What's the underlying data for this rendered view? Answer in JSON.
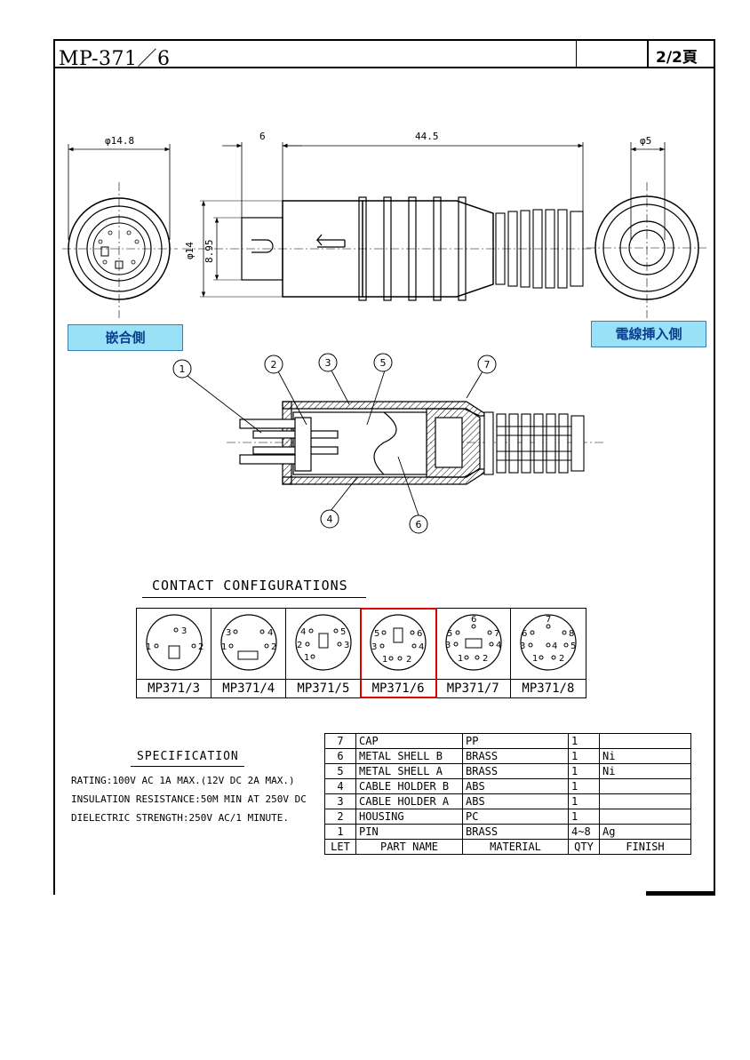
{
  "header": {
    "title": "MP-371／6",
    "page": "2/2頁"
  },
  "dimensions": {
    "d_left": "φ14.8",
    "d_six": "6",
    "d_length": "44.5",
    "d_right": "φ5",
    "d_dia": "φ14",
    "d_height": "8.95"
  },
  "labels": {
    "mating_side": "嵌合側",
    "cable_side": "電線挿入側"
  },
  "callouts": [
    "1",
    "2",
    "3",
    "5",
    "7",
    "4",
    "6"
  ],
  "contact_configurations": {
    "title": "CONTACT CONFIGURATIONS",
    "items": [
      {
        "label": "MP371/3",
        "pins": [
          "3",
          "1",
          "2"
        ]
      },
      {
        "label": "MP371/4",
        "pins": [
          "3",
          "4",
          "1",
          "2"
        ]
      },
      {
        "label": "MP371/5",
        "pins": [
          "4",
          "5",
          "2",
          "3",
          "1"
        ]
      },
      {
        "label": "MP371/6",
        "pins": [
          "5",
          "6",
          "3",
          "4",
          "1",
          "2"
        ],
        "highlighted": true
      },
      {
        "label": "MP371/7",
        "pins": [
          "6",
          "5",
          "7",
          "3",
          "4",
          "1",
          "2"
        ]
      },
      {
        "label": "MP371/8",
        "pins": [
          "7",
          "6",
          "8",
          "3",
          "4",
          "5",
          "1",
          "2"
        ]
      }
    ]
  },
  "specification": {
    "title": "SPECIFICATION",
    "lines": [
      "RATING:100V AC 1A MAX.(12V DC 2A MAX.)",
      "INSULATION RESISTANCE:50M  MIN AT 250V DC",
      "DIELECTRIC STRENGTH:250V AC/1 MINUTE."
    ]
  },
  "parts_table": {
    "headers": [
      "LET",
      "PART NAME",
      "MATERIAL",
      "QTY",
      "FINISH"
    ],
    "rows": [
      [
        "7",
        "CAP",
        "PP",
        "1",
        ""
      ],
      [
        "6",
        "METAL SHELL B",
        "BRASS",
        "1",
        "Ni"
      ],
      [
        "5",
        "METAL SHELL A",
        "BRASS",
        "1",
        "Ni"
      ],
      [
        "4",
        "CABLE HOLDER B",
        "ABS",
        "1",
        ""
      ],
      [
        "3",
        "CABLE HOLDER A",
        "ABS",
        "1",
        ""
      ],
      [
        "2",
        "HOUSING",
        "PC",
        "1",
        ""
      ],
      [
        "1",
        "PIN",
        "BRASS",
        "4~8",
        "Ag"
      ]
    ]
  },
  "colors": {
    "label_fill": "#99e1f6",
    "label_text": "#0b3d91",
    "highlight": "#dd0000"
  }
}
